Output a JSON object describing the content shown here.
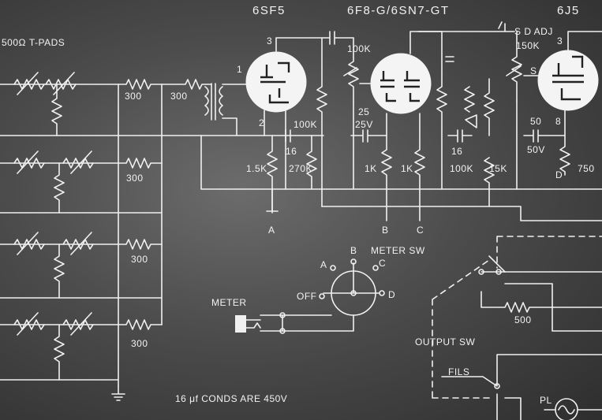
{
  "tubes": {
    "t1": "6SF5",
    "t2": "6F8-G/6SN7-GT",
    "t3": "6J5"
  },
  "pins": {
    "p1": "1",
    "p2": "2",
    "p3": "3",
    "p8": "8",
    "s": "S"
  },
  "labels": {
    "pads": "500Ω T-PADS",
    "r300": "300",
    "r100k": "100K",
    "r1_5k": "1.5K",
    "r270k": "270K",
    "c16": "16",
    "c25": "25",
    "c25v": "25V",
    "r1k": "1K",
    "r15k": "15K",
    "sd_adj": "S D ADJ",
    "r150k": "150K",
    "c50": "50",
    "c50v": "50V",
    "r750": "750",
    "tA": "A",
    "tB": "B",
    "tC": "C",
    "tD": "D",
    "meter_sw": "METER SW",
    "off": "OFF",
    "meter": "METER",
    "output_sw": "OUTPUT SW",
    "fils": "FILS",
    "pl": "PL",
    "r500": "500",
    "note": "16 μf CONDS ARE 450V"
  }
}
